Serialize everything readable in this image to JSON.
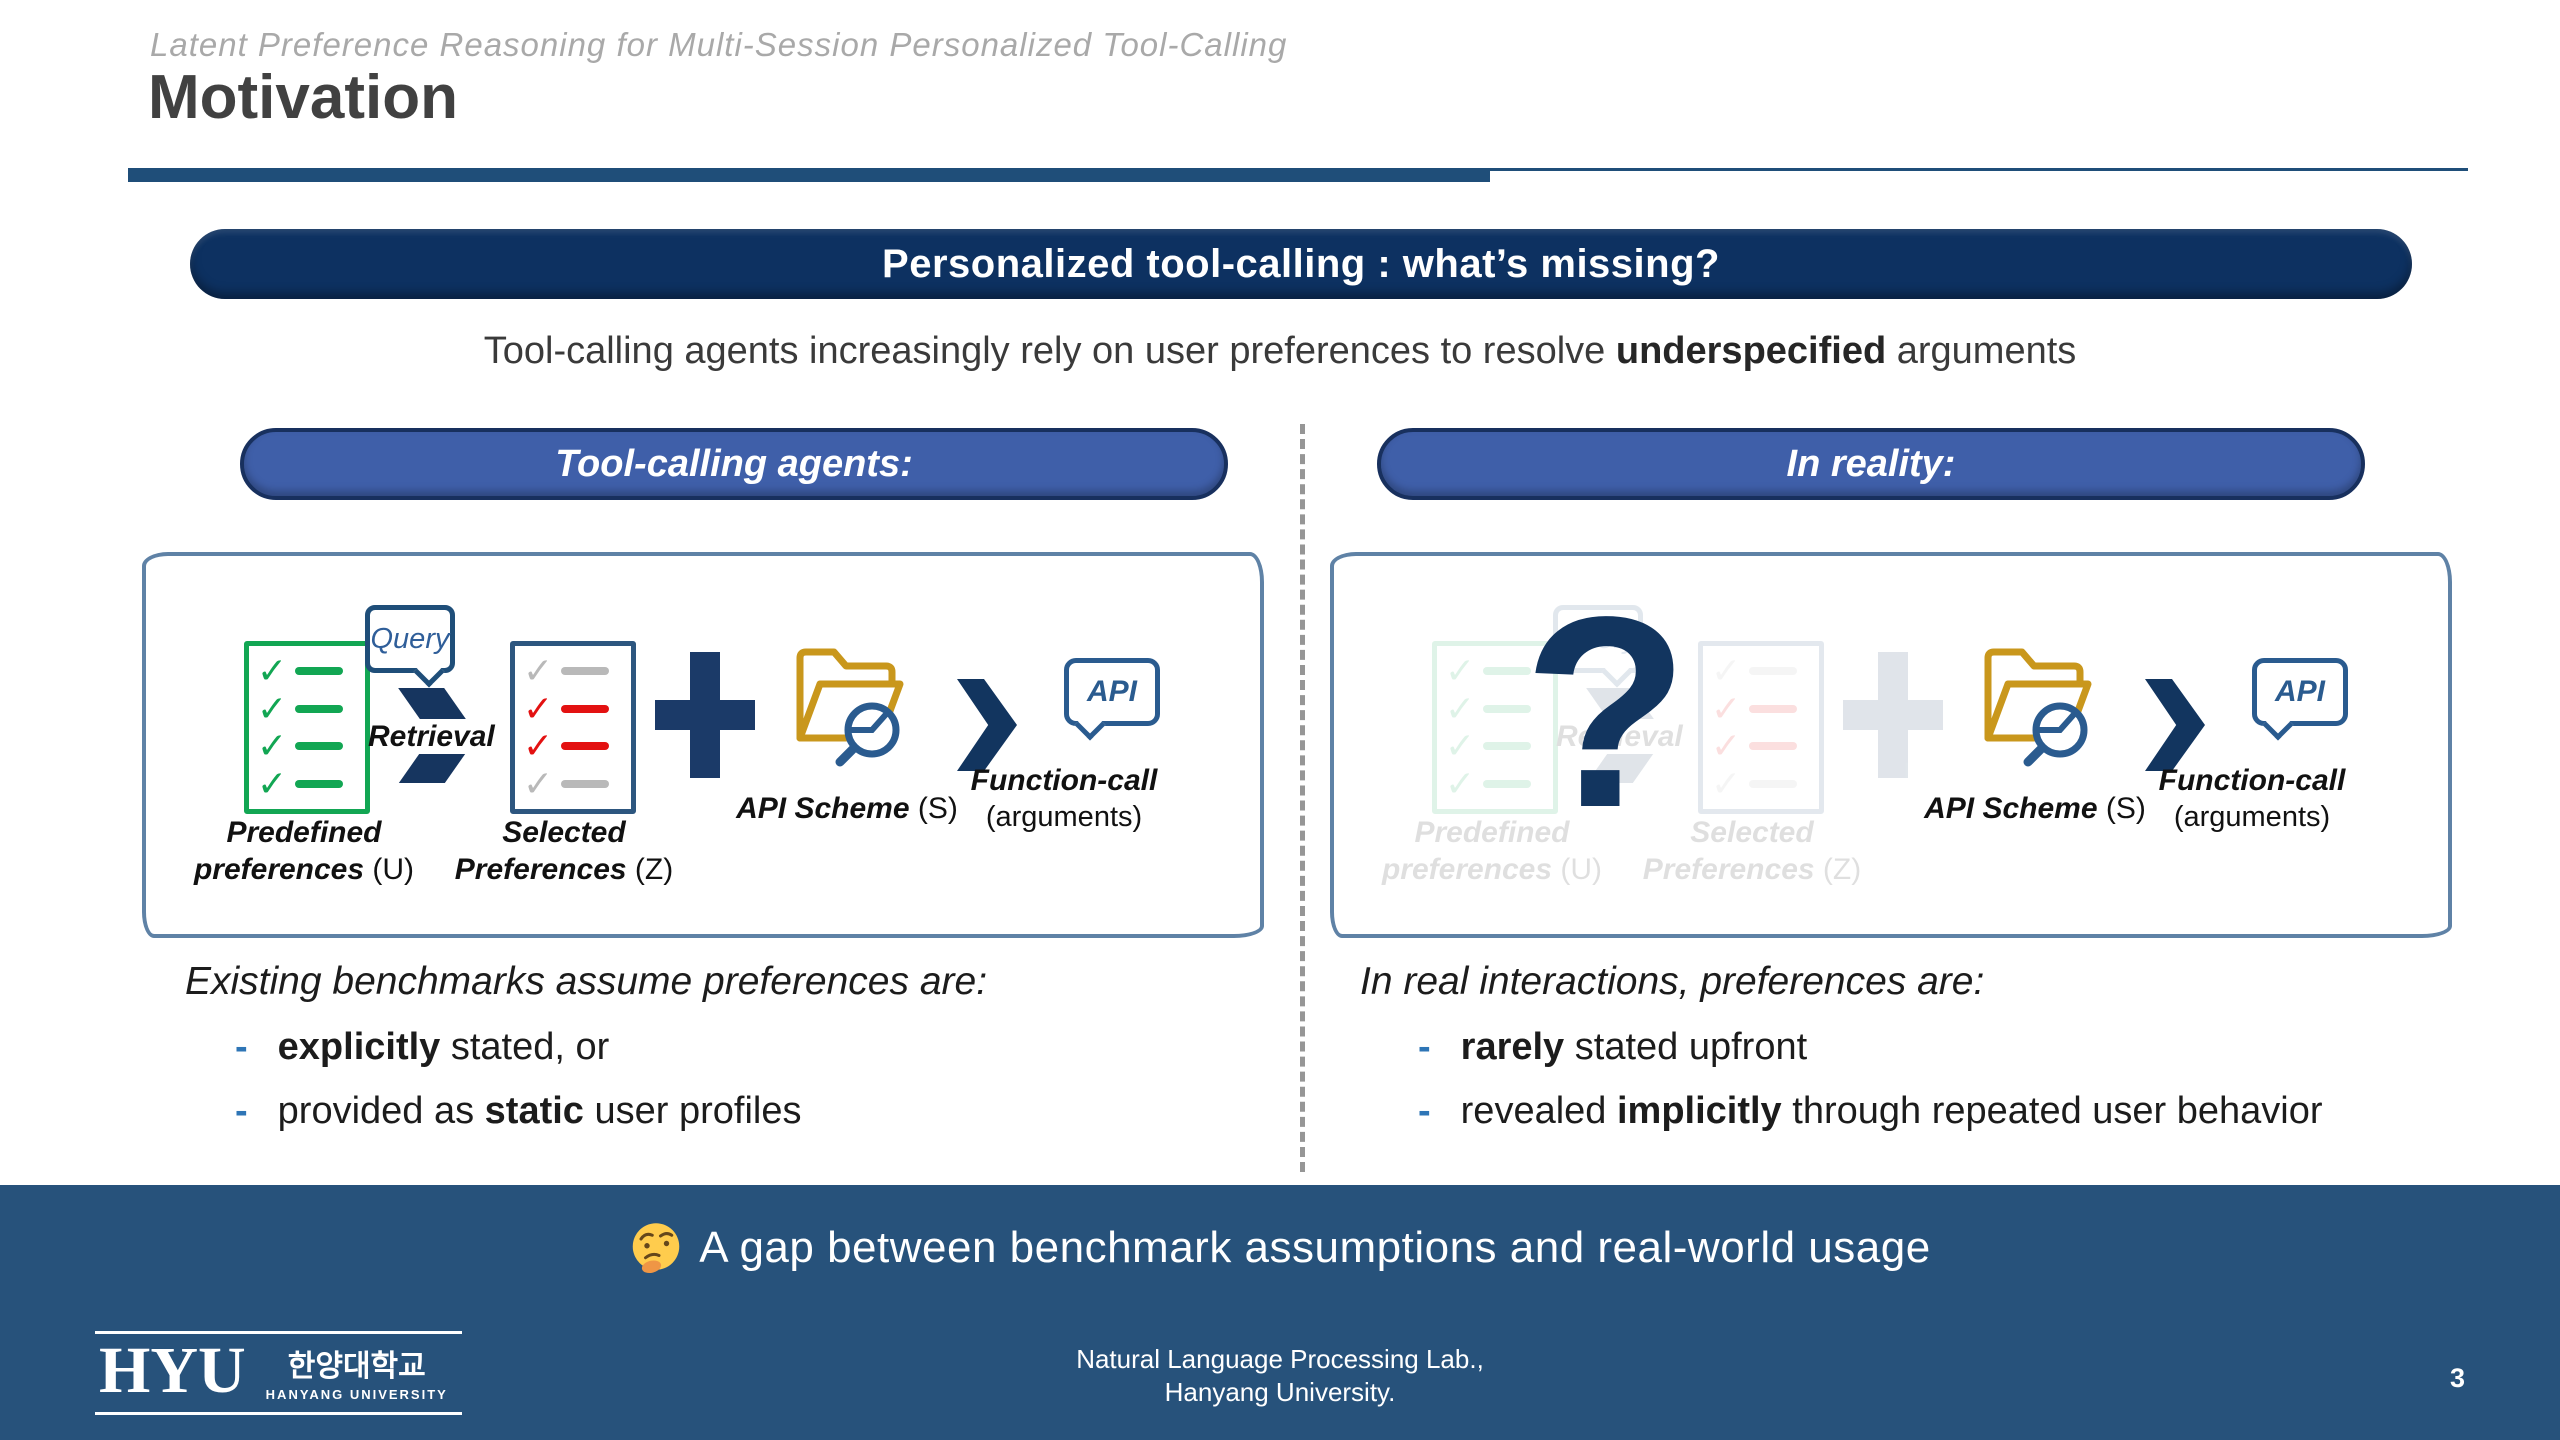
{
  "slide": {
    "deck_title": "Latent Preference Reasoning for Multi-Session Personalized Tool-Calling",
    "page_title": "Motivation",
    "page_number": "3"
  },
  "banner": {
    "text": "Personalized tool-calling : what’s missing?"
  },
  "subtitle": {
    "pre": "Tool-calling agents increasingly rely on user preferences to resolve ",
    "bold": "underspecified",
    "post": " arguments"
  },
  "bullet_dash": "-",
  "panels": {
    "left": {
      "pill": "Tool-calling agents:",
      "claim": "Existing benchmarks assume preferences are:",
      "bullets": [
        {
          "pre": "",
          "bold": "explicitly",
          "post": " stated, or"
        },
        {
          "pre": "provided as ",
          "bold": "static",
          "post": " user profiles"
        }
      ]
    },
    "right": {
      "pill": "In reality:",
      "claim": "In real interactions, preferences are:",
      "bullets": [
        {
          "pre": "",
          "bold": "rarely",
          "post": " stated upfront"
        },
        {
          "pre": "revealed ",
          "bold": "implicitly",
          "post": " through repeated user behavior"
        }
      ]
    }
  },
  "diagram": {
    "query_label": "Query",
    "retrieval_label": "Retrieval",
    "predefined_label_bold": "Predefined preferences",
    "predefined_label_suffix": " (U)",
    "selected_label_bold": "Selected Preferences",
    "selected_label_suffix": " (Z)",
    "api_scheme_bold": "API Scheme",
    "api_scheme_suffix": " (S)",
    "api_bubble_label": "API",
    "function_call_bold": "Function-call",
    "function_call_suffix": "(arguments)",
    "question_mark": "?",
    "icons": {
      "predefined": "green-checklist-icon",
      "selected": "red-gray-checklist-icon",
      "retrieval": "double-chevron-arrow-icon",
      "combine": "plus-icon",
      "api_scheme": "folder-magnifier-icon",
      "result": "chevron-right-icon",
      "function_call": "api-speech-bubble-icon"
    }
  },
  "footer": {
    "gap_emoji": "thinking-face-emoji",
    "gap_text": "A gap between benchmark assumptions and real-world usage",
    "affiliation_line1": "Natural Language Processing Lab.,",
    "affiliation_line2": "Hanyang University.",
    "logo": {
      "acronym": "HYU",
      "korean": "한양대학교",
      "english": "HANYANG UNIVERSITY"
    }
  },
  "colors": {
    "banner_navy": "#0d3161",
    "pill_blue": "#3f5fa9",
    "bottom_bar_blue": "#27527b",
    "box_border_slate": "#5f82a6",
    "check_green": "#12a653",
    "check_red": "#e31111",
    "check_gray": "#b9b9b9",
    "folder_gold": "#c9971c",
    "steel_blue": "#2a5b8f",
    "arrow_navy": "#16355f"
  }
}
